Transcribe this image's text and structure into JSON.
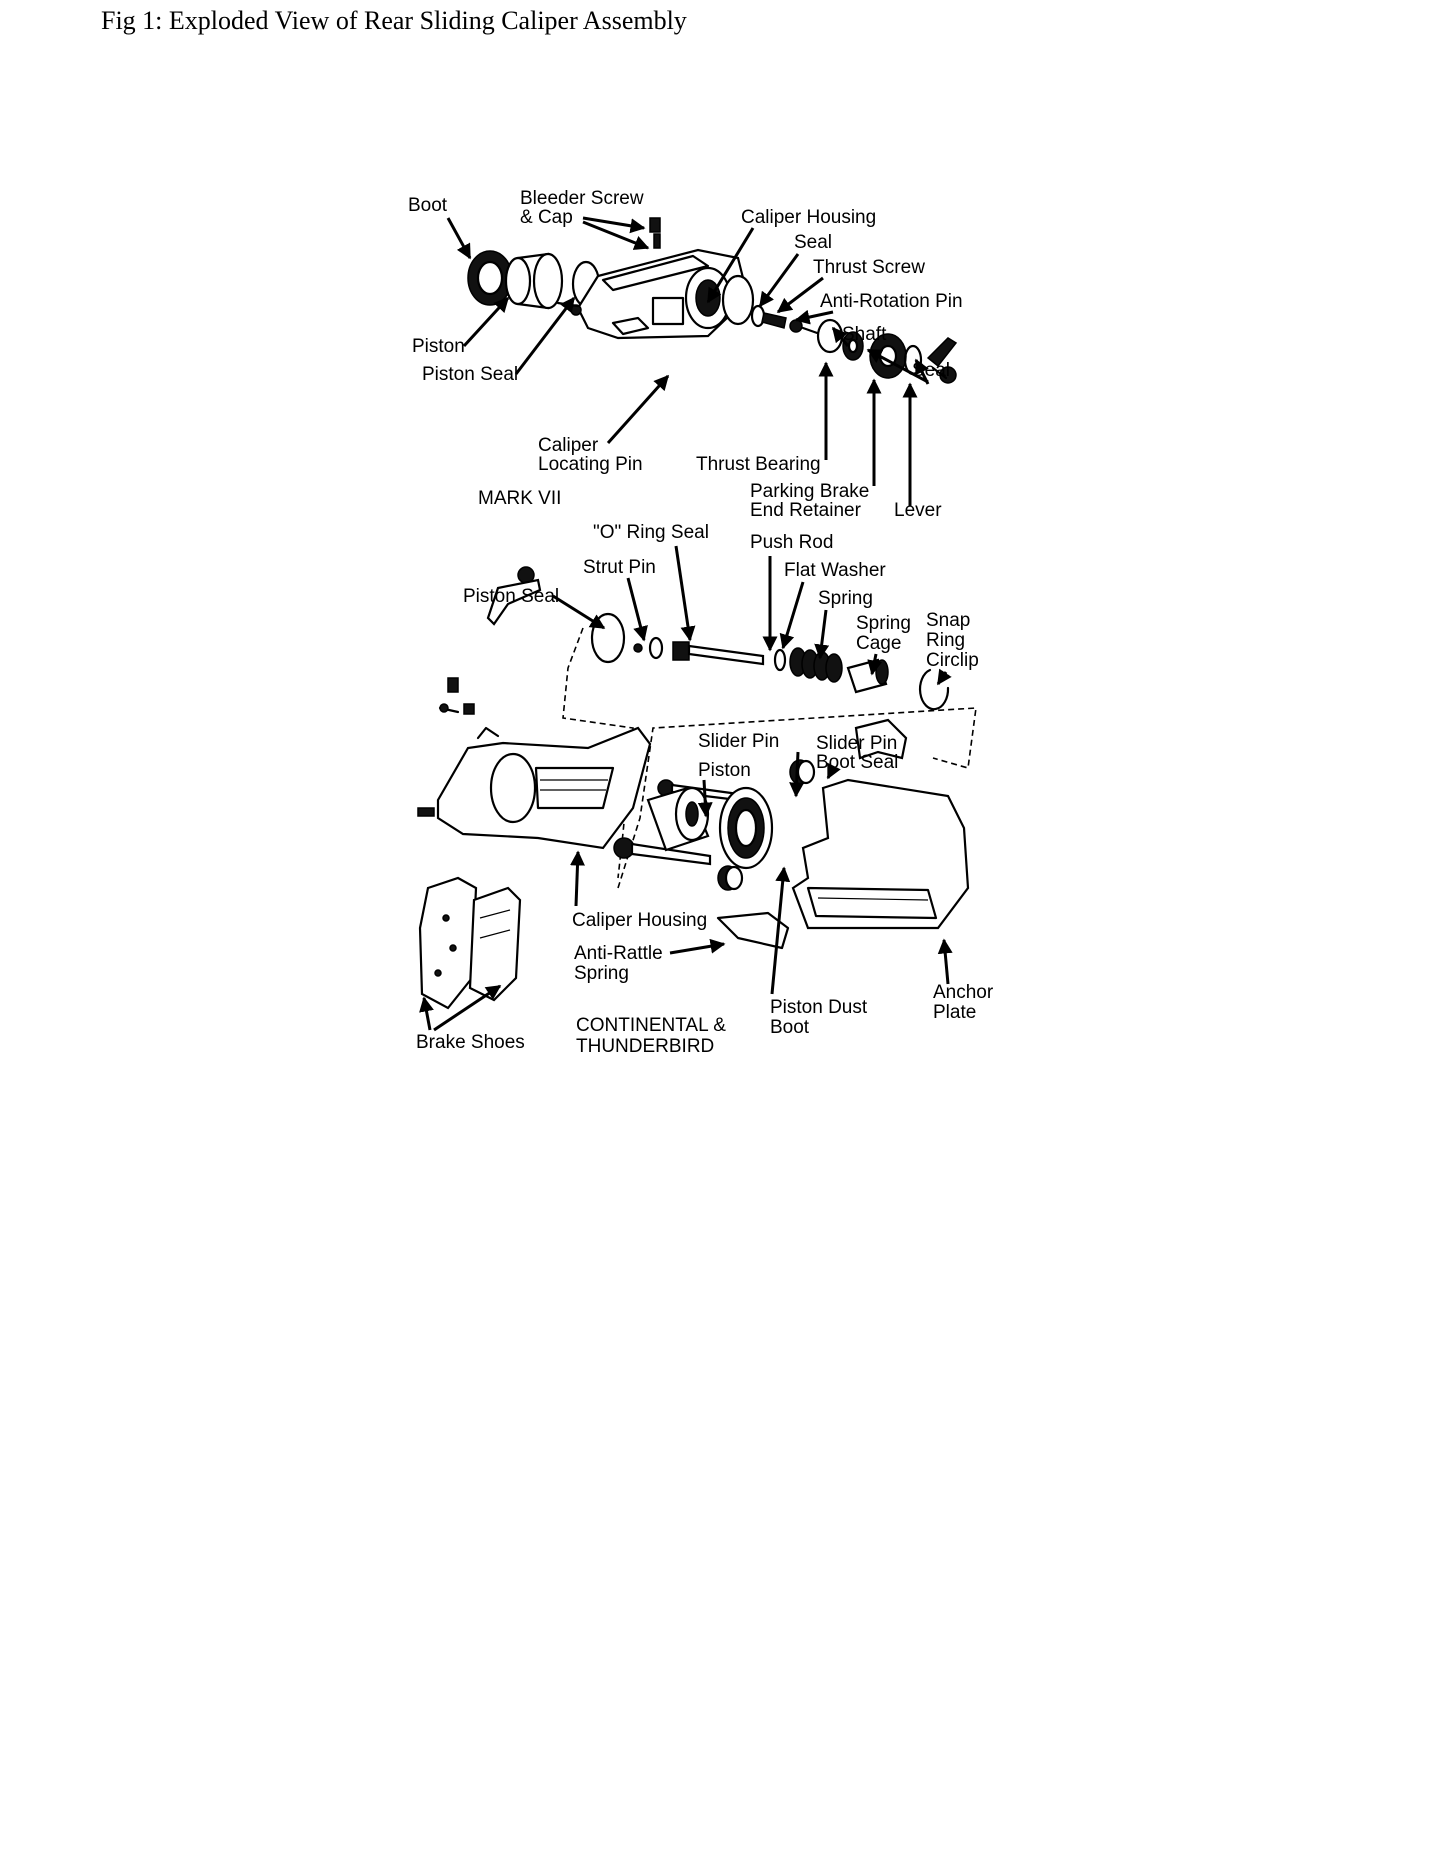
{
  "caption": "Fig 1: Exploded View of Rear Sliding Caliper Assembly",
  "upper": {
    "variant": "MARK VII",
    "labels": {
      "boot": "Boot",
      "bleeder_1": "Bleeder Screw",
      "bleeder_2": "& Cap",
      "caliper_housing": "Caliper Housing",
      "seal_top": "Seal",
      "thrust_screw": "Thrust Screw",
      "anti_rotation_pin": "Anti-Rotation Pin",
      "shaft": "Shaft",
      "seal_right": "Seal",
      "piston": "Piston",
      "piston_seal": "Piston Seal",
      "locating_pin_1": "Caliper",
      "locating_pin_2": "Locating Pin",
      "thrust_bearing": "Thrust Bearing",
      "parking_brake_1": "Parking Brake",
      "parking_brake_2": "End Retainer",
      "lever": "Lever"
    }
  },
  "lower": {
    "variant_1": "CONTINENTAL &",
    "variant_2": "THUNDERBIRD",
    "labels": {
      "o_ring_seal": "\"O\" Ring Seal",
      "push_rod": "Push Rod",
      "strut_pin": "Strut Pin",
      "flat_washer": "Flat Washer",
      "piston_seal": "Piston Seal",
      "spring": "Spring",
      "spring_cage_1": "Spring",
      "spring_cage_2": "Cage",
      "snap_ring_1": "Snap",
      "snap_ring_2": "Ring",
      "snap_ring_3": "Circlip",
      "slider_pin": "Slider Pin",
      "slider_boot_1": "Slider Pin",
      "slider_boot_2": "Boot Seal",
      "piston": "Piston",
      "caliper_housing": "Caliper Housing",
      "anti_rattle_1": "Anti-Rattle",
      "anti_rattle_2": "Spring",
      "dust_boot_1": "Piston Dust",
      "dust_boot_2": "Boot",
      "anchor_plate_1": "Anchor",
      "anchor_plate_2": "Plate",
      "brake_shoes": "Brake Shoes"
    }
  }
}
